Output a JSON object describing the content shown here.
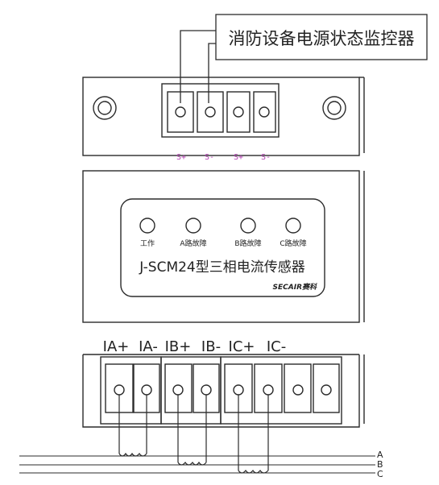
{
  "callout_label": "消防设备电源状态监控器",
  "top_terminals": [
    "S+",
    "S-",
    "S+",
    "S-"
  ],
  "leds": [
    {
      "label": "工作"
    },
    {
      "label": "A路故障"
    },
    {
      "label": "B路故障"
    },
    {
      "label": "C路故障"
    }
  ],
  "model": "J-SCM24型三相电流传感器",
  "brand": "SECAIR赛科",
  "bottom_terminal_labels": [
    "IA+",
    "IA-",
    "IB+",
    "IB-",
    "IC+",
    "IC-"
  ],
  "lines": [
    "A",
    "B",
    "C"
  ],
  "colors": {
    "line": "#2b2b2b",
    "terminal_text": "#b03cb0",
    "background": "#ffffff"
  }
}
